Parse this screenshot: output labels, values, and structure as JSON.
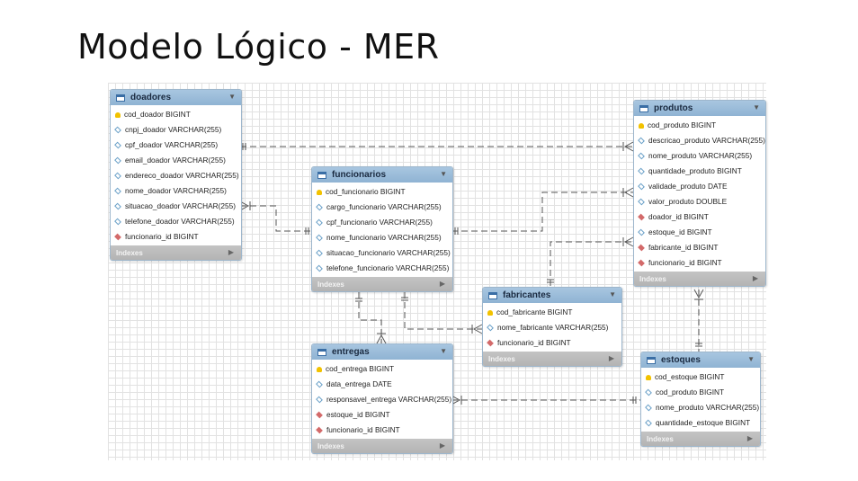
{
  "title": "Modelo Lógico - MER",
  "indexes_label": "Indexes",
  "tables": {
    "doadores": {
      "name": "doadores",
      "columns": [
        {
          "text": "cod_doador BIGINT",
          "key": "pk"
        },
        {
          "text": "cnpj_doador VARCHAR(255)",
          "key": "nn"
        },
        {
          "text": "cpf_doador VARCHAR(255)",
          "key": "nn"
        },
        {
          "text": "email_doador VARCHAR(255)",
          "key": "nn"
        },
        {
          "text": "endereco_doador VARCHAR(255)",
          "key": "nn"
        },
        {
          "text": "nome_doador VARCHAR(255)",
          "key": "nn"
        },
        {
          "text": "situacao_doador VARCHAR(255)",
          "key": "nn"
        },
        {
          "text": "telefone_doador VARCHAR(255)",
          "key": "nn"
        },
        {
          "text": "funcionario_id BIGINT",
          "key": "fk"
        }
      ]
    },
    "funcionarios": {
      "name": "funcionarios",
      "columns": [
        {
          "text": "cod_funcionario BIGINT",
          "key": "pk"
        },
        {
          "text": "cargo_funcionario VARCHAR(255)",
          "key": "nn"
        },
        {
          "text": "cpf_funcionario VARCHAR(255)",
          "key": "nn"
        },
        {
          "text": "nome_funcionario VARCHAR(255)",
          "key": "nn"
        },
        {
          "text": "situacao_funcionario VARCHAR(255)",
          "key": "nn"
        },
        {
          "text": "telefone_funcionario VARCHAR(255)",
          "key": "nn"
        }
      ]
    },
    "produtos": {
      "name": "produtos",
      "columns": [
        {
          "text": "cod_produto BIGINT",
          "key": "pk"
        },
        {
          "text": "descricao_produto VARCHAR(255)",
          "key": "nn"
        },
        {
          "text": "nome_produto VARCHAR(255)",
          "key": "nn"
        },
        {
          "text": "quantidade_produto BIGINT",
          "key": "nn"
        },
        {
          "text": "validade_produto DATE",
          "key": "nn"
        },
        {
          "text": "valor_produto DOUBLE",
          "key": "nn"
        },
        {
          "text": "doador_id BIGINT",
          "key": "fk"
        },
        {
          "text": "estoque_id BIGINT",
          "key": "nn"
        },
        {
          "text": "fabricante_id BIGINT",
          "key": "fk"
        },
        {
          "text": "funcionario_id BIGINT",
          "key": "fk"
        }
      ]
    },
    "fabricantes": {
      "name": "fabricantes",
      "columns": [
        {
          "text": "cod_fabricante BIGINT",
          "key": "pk"
        },
        {
          "text": "nome_fabricante VARCHAR(255)",
          "key": "nn"
        },
        {
          "text": "funcionario_id BIGINT",
          "key": "fk"
        }
      ]
    },
    "entregas": {
      "name": "entregas",
      "columns": [
        {
          "text": "cod_entrega BIGINT",
          "key": "pk"
        },
        {
          "text": "data_entrega DATE",
          "key": "nn"
        },
        {
          "text": "responsavel_entrega VARCHAR(255)",
          "key": "nn"
        },
        {
          "text": "estoque_id BIGINT",
          "key": "fk"
        },
        {
          "text": "funcionario_id BIGINT",
          "key": "fk"
        }
      ]
    },
    "estoques": {
      "name": "estoques",
      "columns": [
        {
          "text": "cod_estoque BIGINT",
          "key": "pk"
        },
        {
          "text": "cod_produto BIGINT",
          "key": "nn"
        },
        {
          "text": "nome_produto VARCHAR(255)",
          "key": "nn"
        },
        {
          "text": "quantidade_estoque BIGINT",
          "key": "nn"
        }
      ]
    }
  },
  "relationships": [
    {
      "from": "produtos",
      "to": "doadores"
    },
    {
      "from": "doadores",
      "to": "funcionarios"
    },
    {
      "from": "produtos",
      "to": "funcionarios"
    },
    {
      "from": "produtos",
      "to": "fabricantes"
    },
    {
      "from": "fabricantes",
      "to": "funcionarios"
    },
    {
      "from": "entregas",
      "to": "funcionarios"
    },
    {
      "from": "entregas",
      "to": "estoques"
    },
    {
      "from": "produtos",
      "to": "estoques"
    }
  ],
  "colors": {
    "header": "#8fb3d3",
    "footer": "#b4b4b4",
    "pk": "#f2c200",
    "fk": "#d36a6a",
    "nn": "#6aa0c8"
  }
}
